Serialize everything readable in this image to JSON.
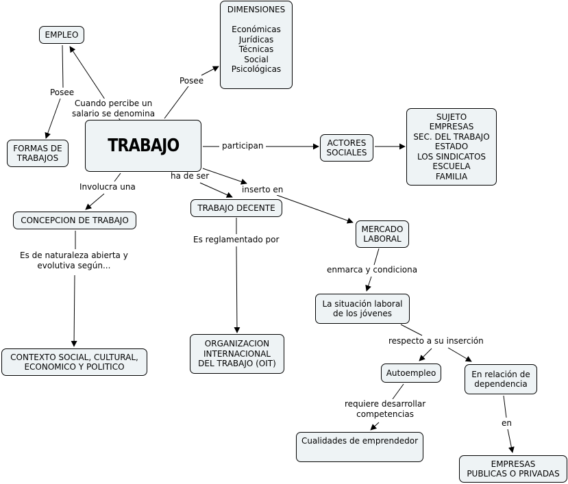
{
  "nodes": {
    "empleo": "EMPLEO",
    "formas": "FORMAS DE\nTRABAJOS",
    "trabajo": "TRABAJO",
    "dimensiones": "DIMENSIONES\n\nEconómicas\nJurídicas\nTécnicas\nSocial\nPsicológicas",
    "actores": "ACTORES\nSOCIALES",
    "sujetos": "SUJETO\nEMPRESAS\nSEC. DEL TRABAJO\nESTADO\nLOS SINDICATOS\nESCUELA\nFAMILIA",
    "concepcion": "CONCEPCION DE TRABAJO",
    "decente": "TRABAJO DECENTE",
    "mercado": "MERCADO\nLABORAL",
    "contexto": "CONTEXTO SOCIAL, CULTURAL,\nECONOMICO Y POLITICO",
    "oit": "ORGANIZACION\nINTERNACIONAL\nDEL TRABAJO (OIT)",
    "situacion": "La situación laboral\nde los jóvenes",
    "autoempleo": "Autoempleo",
    "dependencia": "En relación de\ndependencia",
    "cualidades": "Cualidades de emprendedor",
    "empresas": "EMPRESAS\nPUBLICAS O PRIVADAS"
  },
  "links": {
    "posee_formas": "Posee",
    "percibe_salario": "Cuando percibe un\nsalario se denomina",
    "posee_dim": "Posee",
    "participan": "participan",
    "involucra": "Involucra una",
    "ha_de_ser": "ha de ser",
    "inserto_en": "inserto en",
    "naturaleza": "Es de naturaleza abierta y\nevolutiva según...",
    "reglamentado": "Es reglamentado por",
    "enmarca": "enmarca y condiciona",
    "respecto": "respecto a su inserción",
    "requiere": "requiere desarrollar\ncompetencias",
    "en": "en"
  }
}
